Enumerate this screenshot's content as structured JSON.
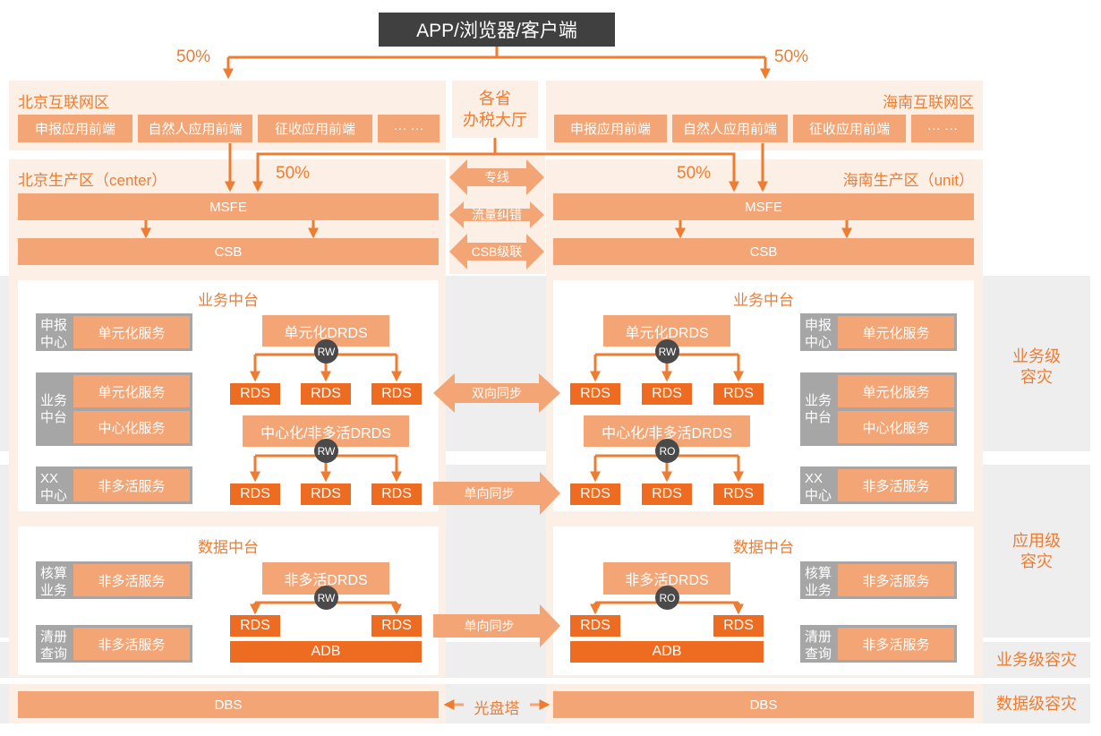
{
  "top": {
    "title": "APP/浏览器/客户端",
    "left_pct": "50%",
    "right_pct": "50%"
  },
  "center": {
    "hall": "各省\n办税大厅",
    "dedicated_line": "专线",
    "traffic_fix": "流量纠错",
    "csb_cascade": "CSB级联",
    "bidirectional_sync": "双向同步",
    "one_way_sync_1": "单向同步",
    "one_way_sync_2": "单向同步",
    "optical_tower": "光盘塔"
  },
  "left": {
    "internet_zone": "北京互联网区",
    "frontends": [
      "申报应用前端",
      "自然人应用前端",
      "征收应用前端",
      "··· ···"
    ],
    "prod_zone": "北京生产区（center）",
    "pct": "50%",
    "msfe": "MSFE",
    "csb": "CSB",
    "biz_title": "业务中台",
    "groups": [
      {
        "label": "申报\n中心",
        "services": [
          "单元化服务"
        ]
      },
      {
        "label": "业务\n中台",
        "services": [
          "单元化服务",
          "中心化服务"
        ]
      },
      {
        "label": "XX\n中心",
        "services": [
          "非多活服务"
        ]
      }
    ],
    "drds_unit": "单元化DRDS",
    "drds_unit_tag": "RW",
    "drds_center": "中心化/非多活DRDS",
    "drds_center_tag": "RW",
    "data_title": "数据中台",
    "data_groups": [
      {
        "label": "核算\n业务",
        "services": [
          "非多活服务"
        ]
      },
      {
        "label": "清册\n查询",
        "services": [
          "非多活服务"
        ]
      }
    ],
    "drds_data": "非多活DRDS",
    "drds_data_tag": "RW",
    "rds": "RDS",
    "adb": "ADB",
    "dbs": "DBS"
  },
  "right": {
    "internet_zone": "海南互联网区",
    "frontends": [
      "申报应用前端",
      "自然人应用前端",
      "征收应用前端",
      "··· ···"
    ],
    "prod_zone": "海南生产区（unit）",
    "pct": "50%",
    "msfe": "MSFE",
    "csb": "CSB",
    "biz_title": "业务中台",
    "groups": [
      {
        "label": "申报\n中心",
        "services": [
          "单元化服务"
        ]
      },
      {
        "label": "业务\n中台",
        "services": [
          "单元化服务",
          "中心化服务"
        ]
      },
      {
        "label": "XX\n中心",
        "services": [
          "非多活服务"
        ]
      }
    ],
    "drds_unit": "单元化DRDS",
    "drds_unit_tag": "RW",
    "drds_center": "中心化/非多活DRDS",
    "drds_center_tag": "RO",
    "data_title": "数据中台",
    "data_groups": [
      {
        "label": "核算\n业务",
        "services": [
          "非多活服务"
        ]
      },
      {
        "label": "清册\n查询",
        "services": [
          "非多活服务"
        ]
      }
    ],
    "drds_data": "非多活DRDS",
    "drds_data_tag": "RO",
    "rds": "RDS",
    "adb": "ADB",
    "dbs": "DBS"
  },
  "sidebar": {
    "biz_dr": "业务级\n容灾",
    "app_dr": "应用级\n容灾",
    "biz_dr_2": "业务级容灾",
    "data_dr": "数据级容灾"
  },
  "colors": {
    "orange": "#ee7d31",
    "light_orange": "#f3a575",
    "dark_orange": "#ee6c21",
    "zone_bg": "#fcefe6",
    "band_gray": "#eeeeee"
  }
}
